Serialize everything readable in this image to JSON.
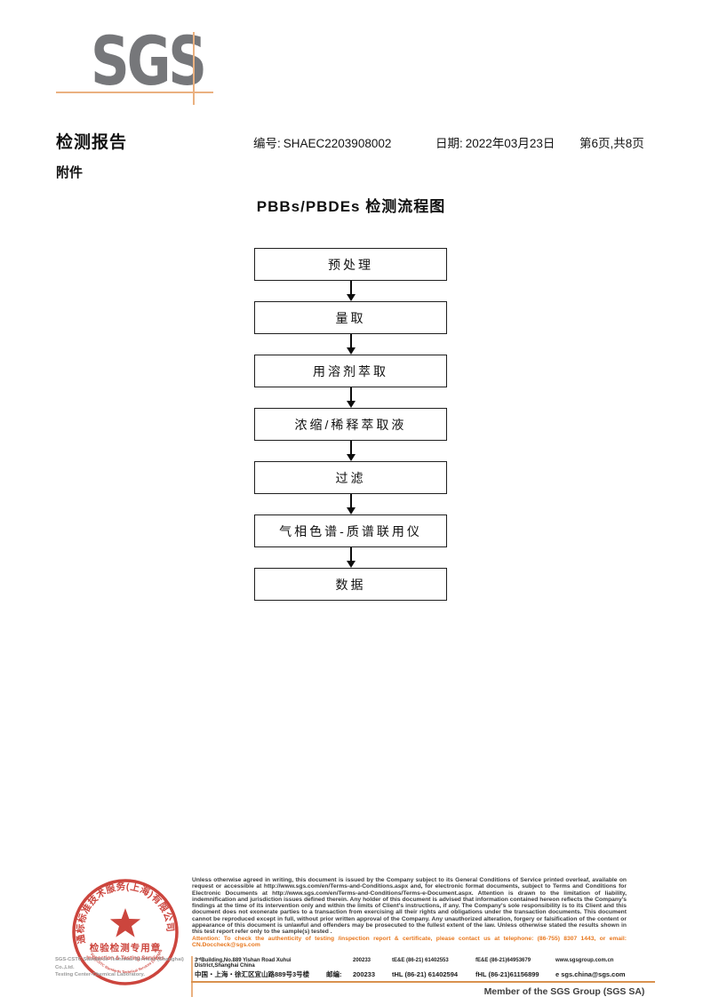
{
  "colors": {
    "logo_gray": "#76777a",
    "line_orange": "#eab180",
    "stamp_red": "#c9372f",
    "attention_orange": "#e8781e"
  },
  "logo": {
    "text": "SGS"
  },
  "header": {
    "title": "检测报告",
    "report_no_label": "编号:",
    "report_no": "SHAEC2203908002",
    "date_label": "日期:",
    "date": "2022年03月23日",
    "page_info": "第6页,共8页",
    "attachment": "附件"
  },
  "flowchart": {
    "title": "PBBs/PBDEs 检测流程图",
    "steps": [
      "预处理",
      "量取",
      "用溶剂萃取",
      "浓缩/稀释萃取液",
      "过滤",
      "气相色谱-质谱联用仪",
      "数据"
    ]
  },
  "stamp": {
    "ring_text": "通标标准技术服务(上海)有限公司",
    "ring_text_bottom": "SGS-CSTC Standards Technical Services (Shanghai) Co.,Ltd.",
    "seal_title": "检验检测专用章",
    "seal_subtitle": "Inspection & Testing Services",
    "company_line1": "SGS-CSTC Standards Technical Services (Shanghai) Co.,Ltd.",
    "company_line2": "Testing Center-Chemical Laboratory."
  },
  "footer": {
    "legal_text": "Unless otherwise agreed in writing, this document is issued by the Company subject to its General Conditions of Service printed overleaf, available on request or accessible at http://www.sgs.com/en/Terms-and-Conditions.aspx and, for electronic format documents, subject to Terms and Conditions for Electronic Documents at http://www.sgs.com/en/Terms-and-Conditions/Terms-e-Document.aspx. Attention is drawn to the limitation of liability, indemnification and jurisdiction issues defined therein. Any holder of this document is advised that information contained hereon reflects the Company's findings at the time of its intervention only and within the limits of Client's instructions, if any. The Company's sole responsibility is to its Client and this document does not exonerate parties to a transaction from exercising all their rights and obligations under the transaction documents. This document cannot be reproduced except in full, without prior written approval of the Company. Any unauthorized alteration, forgery or falsification of the content or appearance of this document is unlawful and offenders may be prosecuted to the fullest extent of the law. Unless otherwise stated the results shown in this test report refer only to the sample(s) tested .",
    "attention_text": "Attention: To check the authenticity of testing /inspection report & certificate, please contact us at telephone: (86-755) 8307 1443, or email: CN.Doccheck@sgs.com",
    "address_row1": {
      "address": "3ʳᵈBuilding,No.889 Yishan Road Xuhui District,Shanghai China",
      "postcode": "200233",
      "phone": "tE&E (86-21) 61402553",
      "fax": "fE&E (86-21)64953679",
      "web": "www.sgsgroup.com.cn"
    },
    "address_row2": {
      "address": "中国・上海・徐汇区宜山路889号3号楼",
      "postcode_label": "邮编:",
      "postcode": "200233",
      "phone": "tHL (86-21) 61402594",
      "fax": "fHL (86-21)61156899",
      "web": "e sgs.china@sgs.com"
    },
    "member_text": "Member of the SGS Group (SGS SA)"
  }
}
